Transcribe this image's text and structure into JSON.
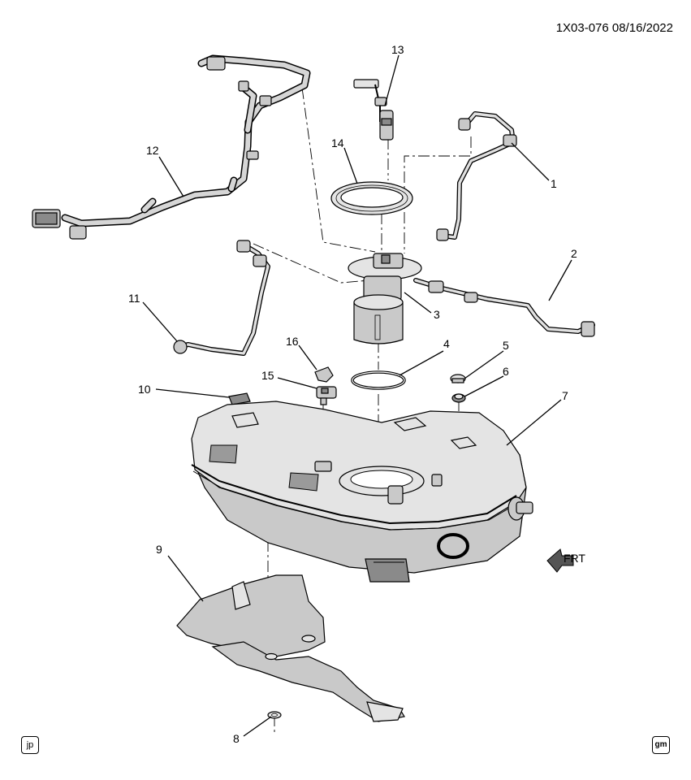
{
  "header": {
    "figure_code": "1X03-076",
    "date": "08/16/2022"
  },
  "corner_badges": {
    "left": "jp",
    "right": "gm"
  },
  "front_indicator": {
    "label": "FRT"
  },
  "callouts": [
    "1",
    "2",
    "3",
    "4",
    "5",
    "6",
    "7",
    "8",
    "9",
    "10",
    "11",
    "12",
    "13",
    "14",
    "15",
    "16"
  ],
  "colors": {
    "part_fill": "#c9c9c9",
    "part_light": "#e4e4e4",
    "outline": "#000000"
  }
}
